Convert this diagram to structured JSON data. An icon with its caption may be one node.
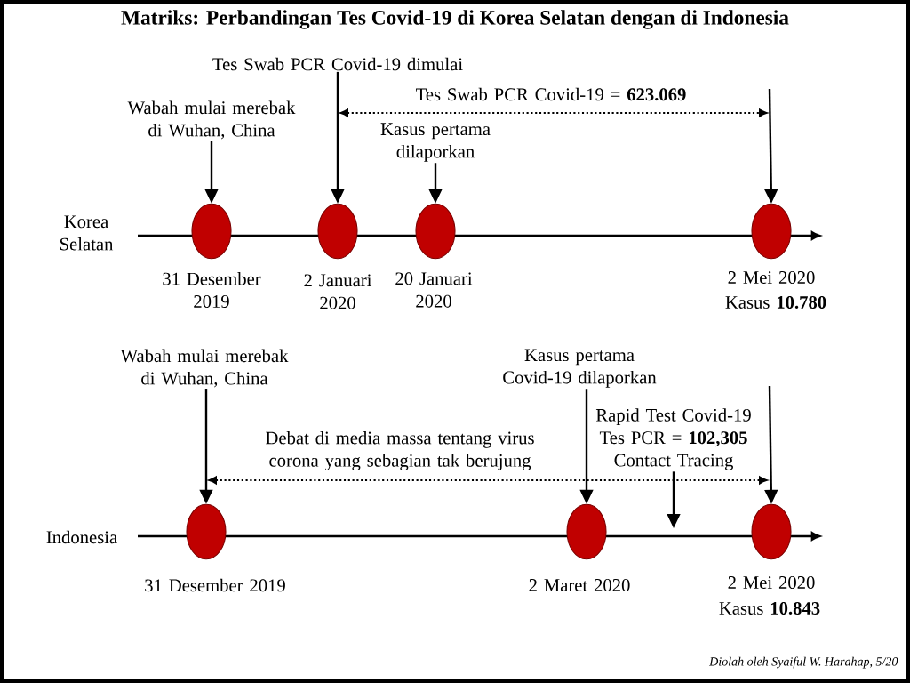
{
  "diagram": {
    "title": "Matriks:  Perbandingan Tes Covid-19 di Korea Selatan dengan di Indonesia",
    "nodes": [
      {
        "text": [
          "Wabah mulai merebak di Wuhan, China"
        ]
      },
      {
        "text": [
          "Tes Swab PCR Covid-19 dimulai"
        ]
      },
      {
        "text": [
          "Kasus pertama dilaporkan"
        ]
      },
      {
        "text": [],
        "shape": "circle",
        "beside": [
          "31 Desember 2019"
        ]
      },
      {
        "text": [],
        "shape": "circle",
        "beside": [
          "2 Januari 2020"
        ]
      },
      {
        "text": [],
        "shape": "circle",
        "beside": [
          "20 Januari 2020"
        ]
      },
      {
        "text": [],
        "shape": "circle",
        "beside": [
          "2 Mei 2020",
          "Kasus **10.780**"
        ]
      },
      {
        "text": [
          "Wabah mulai merebak di Wuhan, China"
        ]
      },
      {
        "text": [
          "Kasus pertama Covid-19 dilaporkan"
        ]
      },
      {
        "text": [
          "Rapid Test Covid-19 Tes PCR = **102,305** Contact Tracing"
        ]
      },
      {
        "text": [],
        "shape": "circle",
        "beside": [
          "31 Desember 2019"
        ]
      },
      {
        "text": [],
        "shape": "circle",
        "beside": [
          "2 Maret 2020"
        ]
      },
      {
        "text": [],
        "shape": "circle",
        "beside": [
          "2 Mei 2020",
          "Kasus **10.843**"
        ]
      }
    ],
    "edges": [
      {
        "from": 0,
        "to": 3,
        "arrow": "to"
      },
      {
        "from": 1,
        "to": 4,
        "arrow": "to"
      },
      {
        "from": 2,
        "to": 5,
        "arrow": "to"
      },
      {
        "from": null,
        "to": 6,
        "arrow": "to"
      },
      {
        "from": 7,
        "to": 10,
        "arrow": "to"
      },
      {
        "from": 8,
        "to": 11,
        "arrow": "to"
      },
      {
        "from": null,
        "to": 12,
        "arrow": "to"
      },
      {
        "from": 9,
        "to": null,
        "arrow": "to"
      }
    ],
    "labels": [
      "Korea Selatan",
      "Tes Swab PCR Covid-19 = **623.069**",
      "Indonesia",
      "Debat di media massa tentang virus corona yang sebagian tak berujung",
      "Diolah oleh Syaiful W. Harahap, 5/20"
    ]
  }
}
